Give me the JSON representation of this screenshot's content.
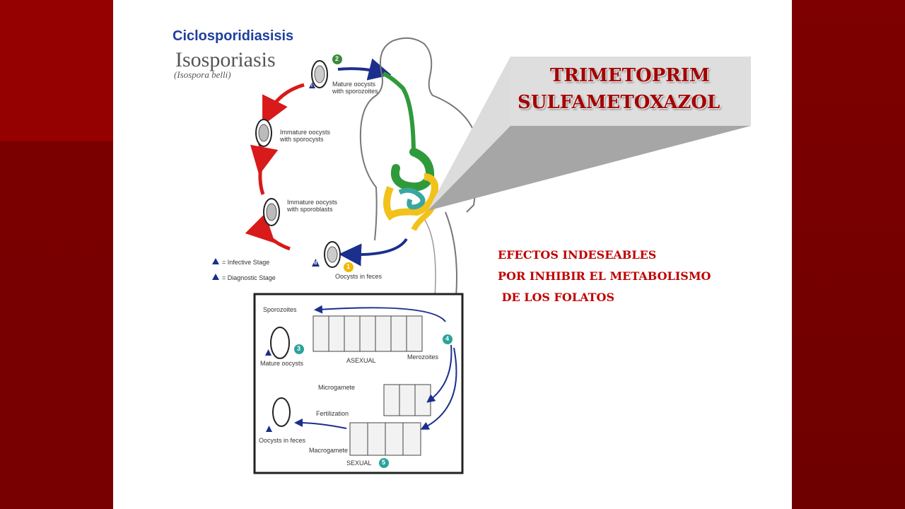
{
  "slide_title": "Ciclosporidiasisis",
  "diagram": {
    "title": "Isosporiasis",
    "subtitle": "(Isospora belli)",
    "labels": {
      "mature_oocysts": "Mature oocysts\nwith sporozoites",
      "immature_sporocysts": "Immature oocysts\nwith sporocysts",
      "immature_sporoblasts": "Immature oocysts\nwith sporoblasts",
      "oocysts_feces": "Oocysts in feces",
      "infective_stage": "= Infective Stage",
      "diagnostic_stage": "= Diagnostic Stage",
      "sporozoites": "Sporozoites",
      "mature_oocysts_box": "Mature oocysts",
      "asexual": "ASEXUAL",
      "merozoites": "Merozoites",
      "microgamete": "Microgamete",
      "fertilization": "Fertilization",
      "macrogamete": "Macrogamete",
      "sexual": "SEXUAL",
      "oocysts_feces_box": "Oocysts in feces"
    },
    "step_numbers": [
      "1",
      "2",
      "3",
      "4",
      "5"
    ],
    "stage_markers": {
      "infective": "i",
      "diagnostic": "d"
    },
    "colors": {
      "arrow_red": "#d81a1a",
      "arrow_blue": "#1b2f8c",
      "gut_green": "#2f9a3a",
      "gut_yellow": "#f2c21a",
      "gut_teal": "#3aa6a0",
      "badge_yellow": "#f2b800",
      "badge_teal": "#2aa39a",
      "badge_green": "#3a8a3a"
    }
  },
  "drug_box": {
    "lines": [
      "TRIMETOPRIM",
      "SULFAMETOXAZOL"
    ]
  },
  "effects": {
    "lines": [
      "EFECTOS INDESEABLES",
      "POR INHIBIR EL METABOLISMO",
      " DE LOS FOLATOS"
    ]
  }
}
